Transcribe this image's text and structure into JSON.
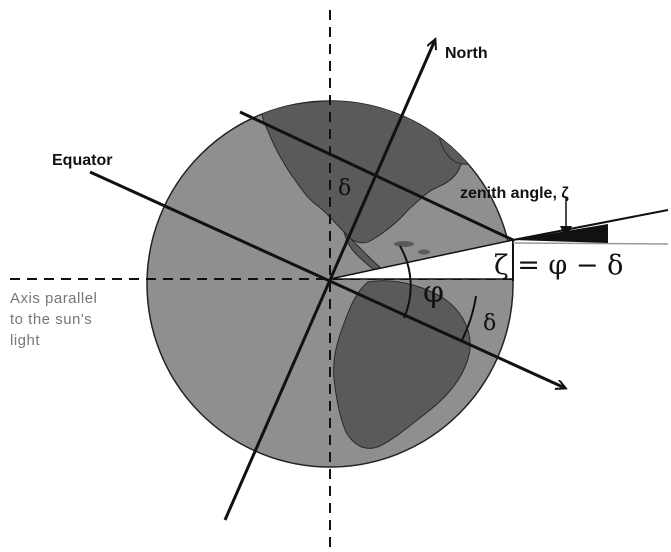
{
  "labels": {
    "north": "North",
    "equator": "Equator",
    "zenith": "zenith angle, ζ",
    "axis_line1": "Axis parallel",
    "axis_line2": "to the sun's",
    "axis_line3": "light",
    "delta_upper": "δ",
    "phi": "φ",
    "delta_lower": "δ",
    "formula": "ζ = φ − δ"
  },
  "colors": {
    "ocean": "#8f8f8f",
    "land": "#5a5a5a",
    "line": "#111111",
    "muted": "#777777"
  }
}
